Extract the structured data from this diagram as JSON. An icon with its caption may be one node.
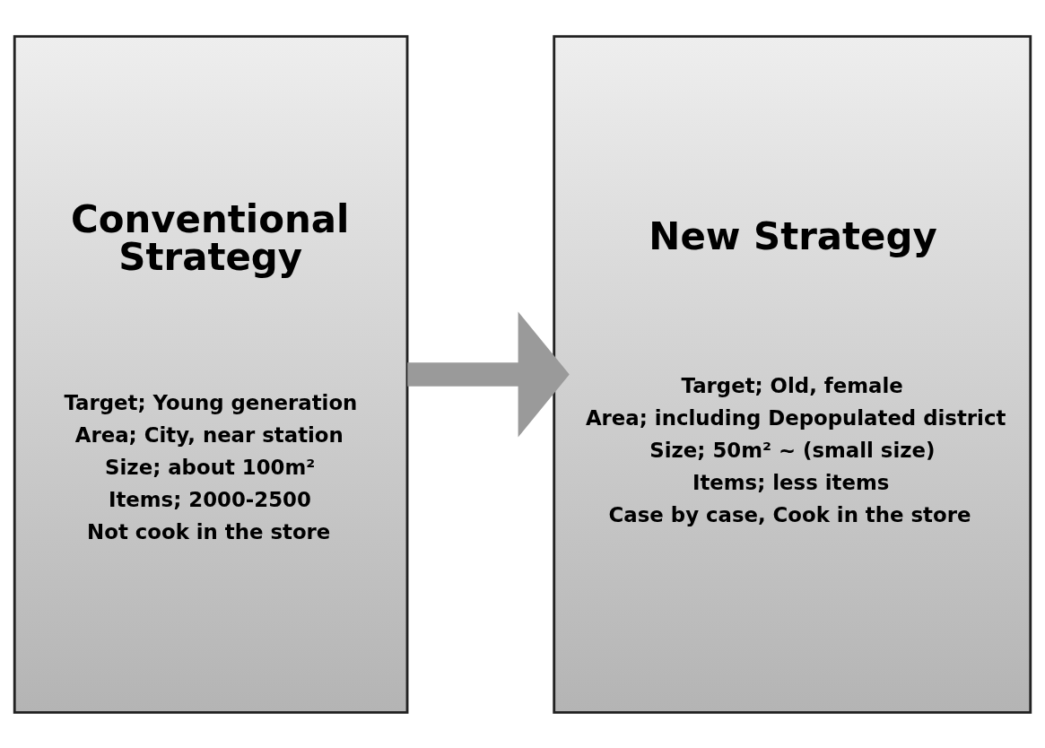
{
  "diagram": {
    "nodes": [
      {
        "text": [
          "Conventional Strategy",
          "Target; Young generation",
          "Area; City, near station",
          "Size; about 100m²",
          "Items; 2000-2500",
          "Not cook in the store"
        ]
      },
      {
        "text": [
          "New Strategy",
          "Target; Old, female",
          "Area; including Depopulated district",
          "Size; 50m² ~ (small size)",
          "Items; less items",
          "Case by case, Cook in the store"
        ]
      }
    ],
    "edges": [
      {
        "from": 0,
        "to": 1,
        "arrow": "to"
      }
    ]
  }
}
